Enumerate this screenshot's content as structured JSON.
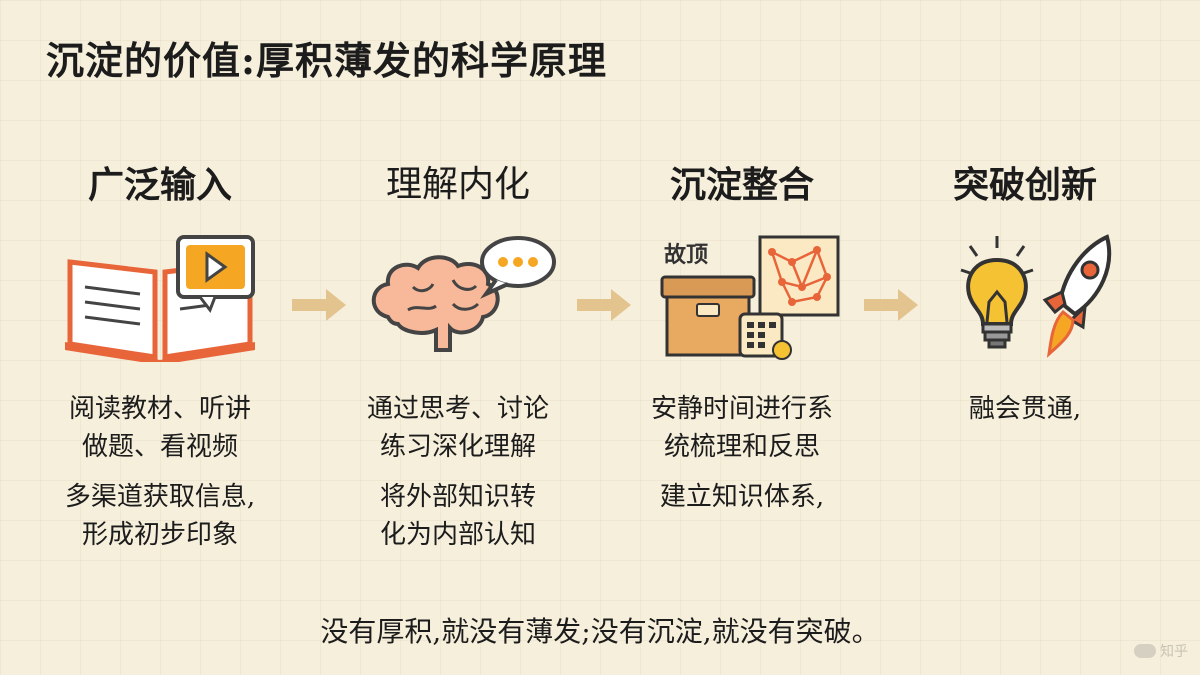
{
  "title": "沉淀的价值:厚积薄发的科学原理",
  "stages": [
    {
      "heading": "广泛输入",
      "icon": "open-book-video-icon",
      "text1": "阅读教材、听讲\n做题、看视频",
      "text2": "多渠道获取信息,\n形成初步印象"
    },
    {
      "heading": "理解内化",
      "icon": "brain-speech-bubble-icon",
      "text1": "通过思考、讨论\n练习深化理解",
      "text2": "将外部知识转\n化为内部认知"
    },
    {
      "heading": "沉淀整合",
      "icon": "archive-box-network-icon",
      "icon_label": "故顶",
      "text1": "安静时间进行系\n统梳理和反思",
      "text2": "建立知识体系,"
    },
    {
      "heading": "突破创新",
      "icon": "lightbulb-rocket-icon",
      "text1": "融会贯通,",
      "text2": ""
    }
  ],
  "quote": "没有厚积,就没有薄发;没有沉淀,就没有突破。",
  "watermark": "知乎",
  "colors": {
    "background": "#f6efdc",
    "orange": "#e8653a",
    "arrow": "#e3c48e",
    "tan": "#d99a55",
    "yellow": "#f5c233"
  }
}
